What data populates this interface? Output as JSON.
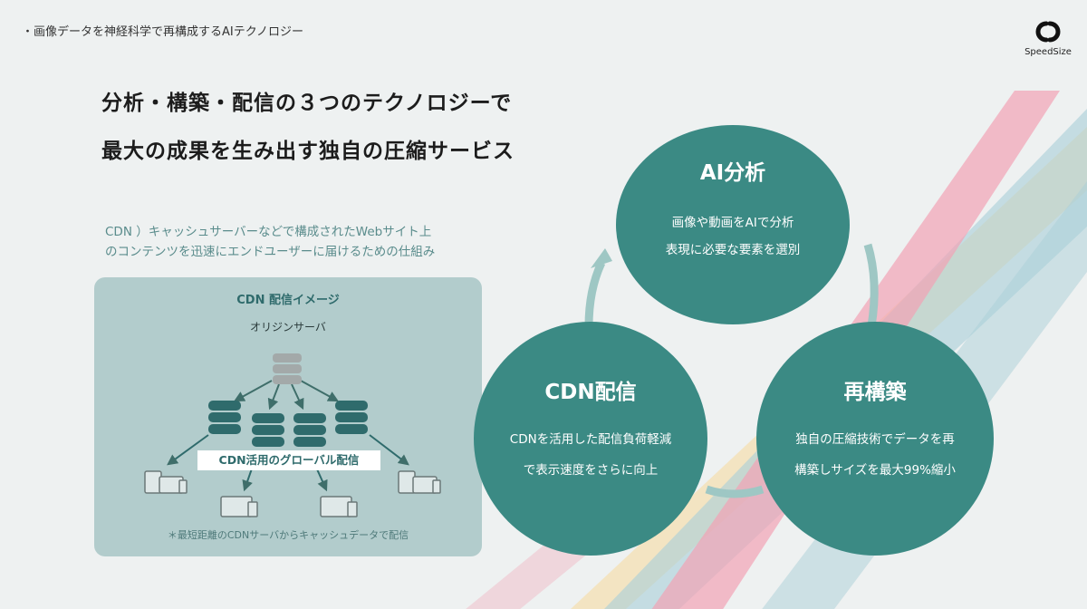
{
  "header": {
    "breadcrumb": "・画像データを神経科学で再構成するAIテクノロジー",
    "logo_text": "SpeedSize"
  },
  "headline": {
    "line1": "分析・構築・配信の３つのテクノロジーで",
    "line2": "最大の成果を生み出す独自の圧縮サービス"
  },
  "cdn_note": {
    "line1": "CDN ）キャッシュサーバーなどで構成されたWebサイト上",
    "line2": "のコンテンツを迅速にエンドユーザーに届けるための仕組み"
  },
  "panel": {
    "title": "CDN 配信イメージ",
    "origin_label": "オリジンサーバ",
    "cdn_label": "CDN活用のグローバル配信",
    "footnote": "＊最短距離のCDNサーバからキャッシュデータで配信"
  },
  "cycle": {
    "ai": {
      "title": "AI分析",
      "line1": "画像や動画をAIで分析",
      "line2": "表現に必要な要素を選別"
    },
    "cdn": {
      "title": "CDN配信",
      "line1": "CDNを活用した配信負荷軽減",
      "line2": "で表示速度をさらに向上"
    },
    "rebuild": {
      "title": "再構築",
      "line1": "独自の圧縮技術でデータを再",
      "line2": "構築しサイズを最大99%縮小"
    }
  },
  "colors": {
    "teal": "#3b8a84",
    "panel": "#adc9c9",
    "pink_stripe": "#f2a3b5",
    "blue_stripe": "#a9cfd8",
    "yellow_stripe": "#f7d89a"
  }
}
